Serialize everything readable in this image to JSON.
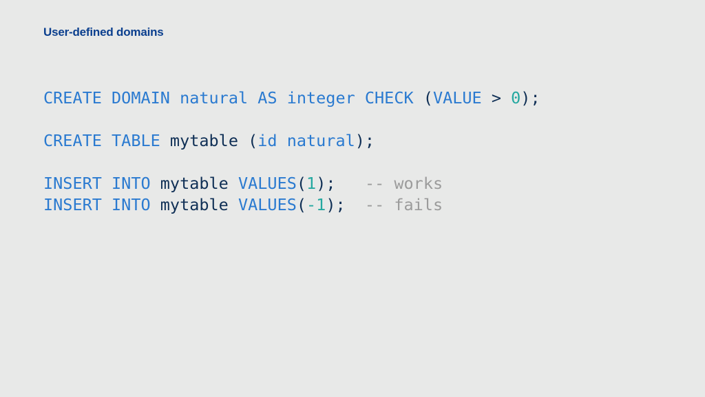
{
  "colors": {
    "background": "#e8e9e8",
    "title": "#0b3f8e",
    "keyword": "#2a7ad0",
    "identifier": "#0f2f55",
    "number": "#24a8a0",
    "comment": "#9b9b9b",
    "punctuation": "#0f2f55"
  },
  "slide": {
    "title": "User-defined domains"
  },
  "code": {
    "lines": [
      {
        "tokens": [
          {
            "t": "CREATE DOMAIN natural AS integer CHECK",
            "k": "keyword"
          },
          {
            "t": " (",
            "k": "punctuation"
          },
          {
            "t": "VALUE",
            "k": "keyword"
          },
          {
            "t": " > ",
            "k": "punctuation"
          },
          {
            "t": "0",
            "k": "number"
          },
          {
            "t": ");",
            "k": "punctuation"
          }
        ]
      },
      {
        "blank": true
      },
      {
        "tokens": [
          {
            "t": "CREATE TABLE",
            "k": "keyword"
          },
          {
            "t": " mytable (",
            "k": "identifier"
          },
          {
            "t": "id natural",
            "k": "keyword"
          },
          {
            "t": ");",
            "k": "punctuation"
          }
        ]
      },
      {
        "blank": true
      },
      {
        "tokens": [
          {
            "t": "INSERT INTO",
            "k": "keyword"
          },
          {
            "t": " mytable ",
            "k": "identifier"
          },
          {
            "t": "VALUES",
            "k": "keyword"
          },
          {
            "t": "(",
            "k": "punctuation"
          },
          {
            "t": "1",
            "k": "number"
          },
          {
            "t": ");   ",
            "k": "punctuation"
          },
          {
            "t": "-- works",
            "k": "comment"
          }
        ]
      },
      {
        "tokens": [
          {
            "t": "INSERT INTO",
            "k": "keyword"
          },
          {
            "t": " mytable ",
            "k": "identifier"
          },
          {
            "t": "VALUES",
            "k": "keyword"
          },
          {
            "t": "(",
            "k": "punctuation"
          },
          {
            "t": "-1",
            "k": "number"
          },
          {
            "t": ");  ",
            "k": "punctuation"
          },
          {
            "t": "-- fails",
            "k": "comment"
          }
        ]
      }
    ]
  }
}
